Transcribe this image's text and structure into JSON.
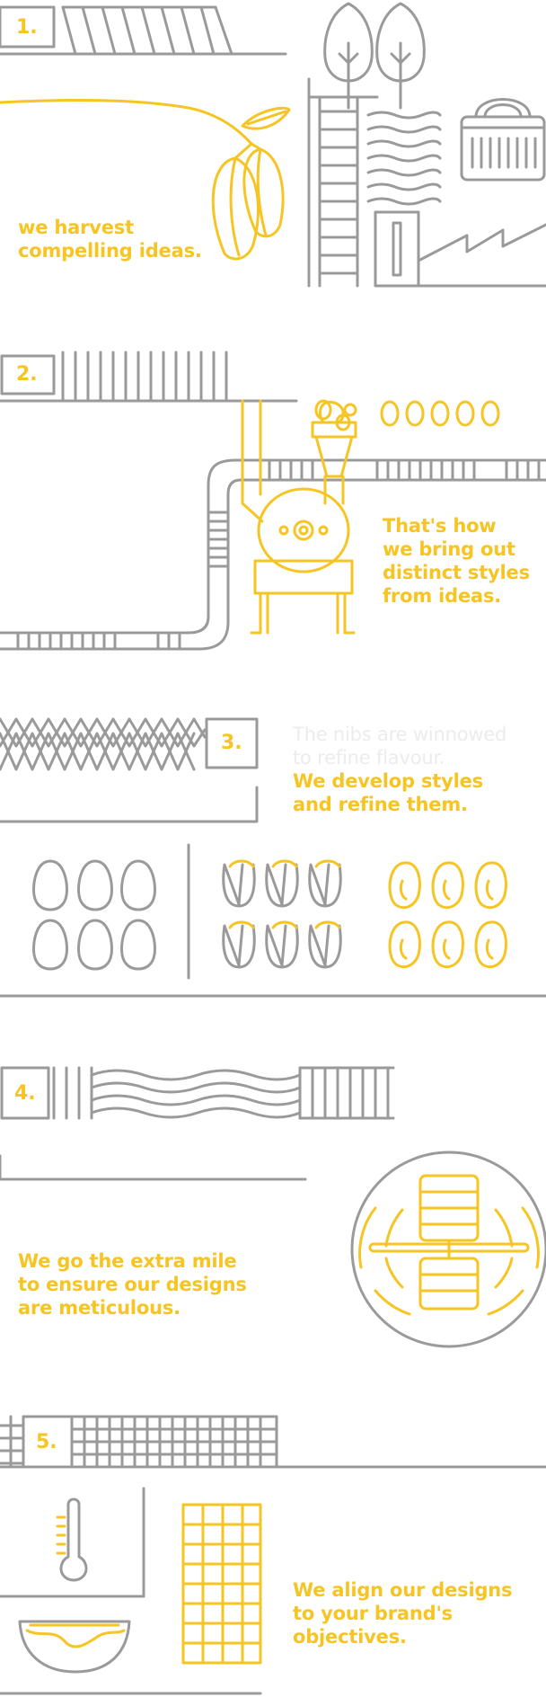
{
  "colors": {
    "accent": "#f6c523",
    "line": "#9a9a9a",
    "faint": "#ececec",
    "background": "#ffffff"
  },
  "steps": [
    {
      "number": "1.",
      "caption": "we harvest\ncompelling ideas."
    },
    {
      "number": "2.",
      "caption": "That's how\nwe bring out\ndistinct styles\nfrom ideas."
    },
    {
      "number": "3.",
      "faint_text": "The nibs are winnowed\nto refine flavour.",
      "caption": "We develop styles\nand refine them."
    },
    {
      "number": "4.",
      "caption": "We go the extra mile\nto ensure our designs\nare meticulous."
    },
    {
      "number": "5.",
      "caption": "We align our designs\nto your brand's\nobjectives."
    }
  ]
}
